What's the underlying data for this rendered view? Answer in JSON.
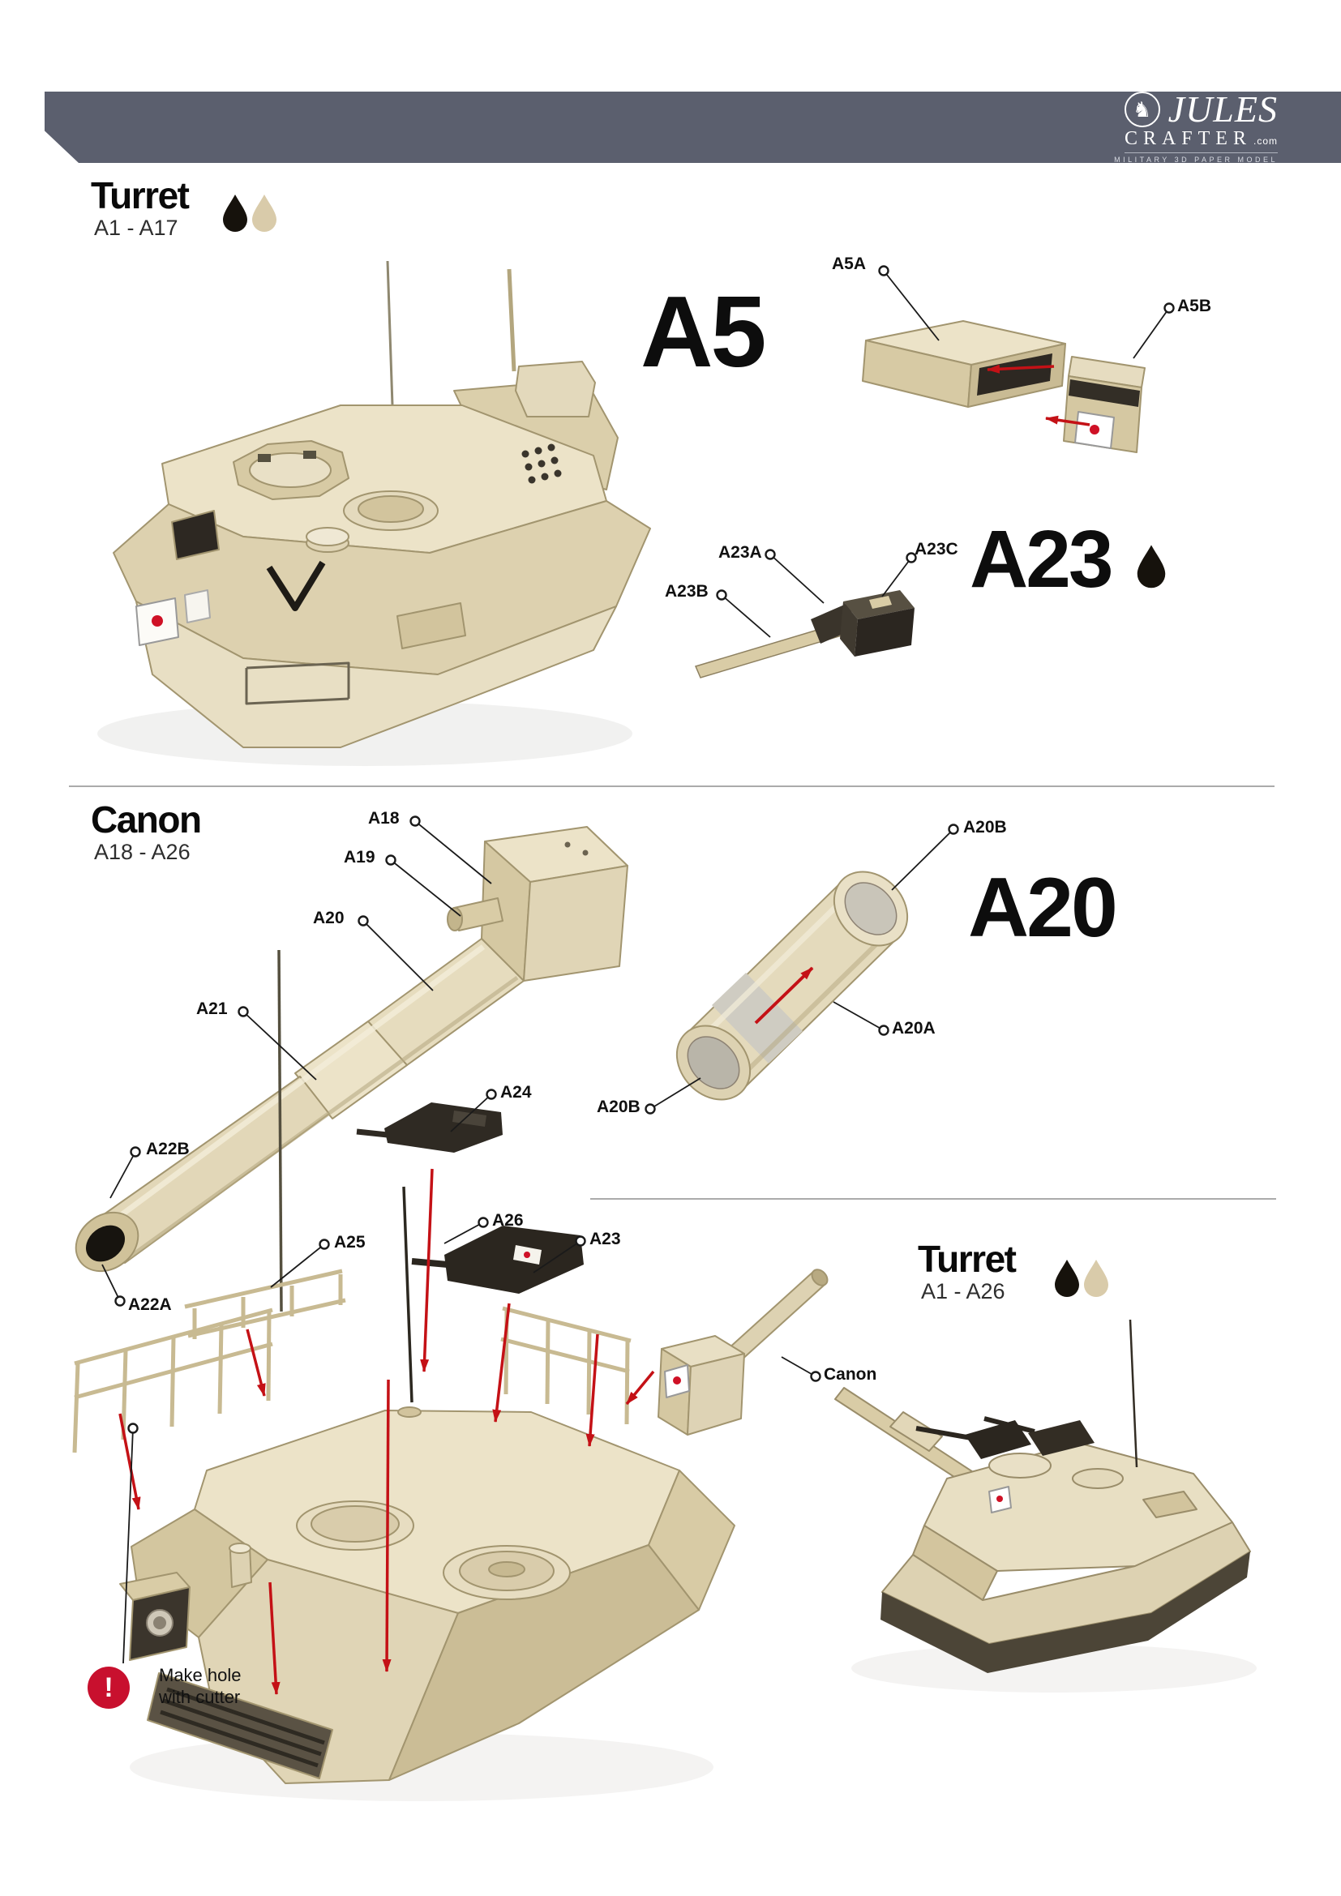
{
  "header": {
    "logo_jules": "JULES",
    "logo_crafter": "CRAFTER",
    "logo_com": ".com",
    "logo_tagline": "MILITARY 3D PAPER MODEL"
  },
  "turret_section": {
    "title": "Turret",
    "range": "A1 - A17"
  },
  "a5_step": {
    "code": "A5",
    "label_a5a": "A5A",
    "label_a5b": "A5B"
  },
  "a23_step": {
    "code": "A23",
    "label_a23a": "A23A",
    "label_a23b": "A23B",
    "label_a23c": "A23C"
  },
  "canon_section": {
    "title": "Canon",
    "range": "A18 - A26",
    "label_a18": "A18",
    "label_a19": "A19",
    "label_a20": "A20",
    "label_a21": "A21",
    "label_a22a": "A22A",
    "label_a22b": "A22B",
    "label_a23": "A23",
    "label_a24": "A24",
    "label_a25": "A25",
    "label_a26": "A26"
  },
  "a20_step": {
    "code": "A20",
    "label_a20a": "A20A",
    "label_a20b_top": "A20B",
    "label_a20b_bottom": "A20B"
  },
  "turret_final_section": {
    "title": "Turret",
    "range": "A1 - A26",
    "label_canon": "Canon"
  },
  "note": {
    "bang": "!",
    "line1": "Make hole",
    "line2": "with cutter"
  },
  "colors": {
    "header_bar": "#5b5f6e",
    "paper_tan": "#e2d8ba",
    "paper_tan_dark": "#cbbd96",
    "arrow_red": "#c41116",
    "ink": "#111111",
    "warning_red": "#c8102e"
  }
}
